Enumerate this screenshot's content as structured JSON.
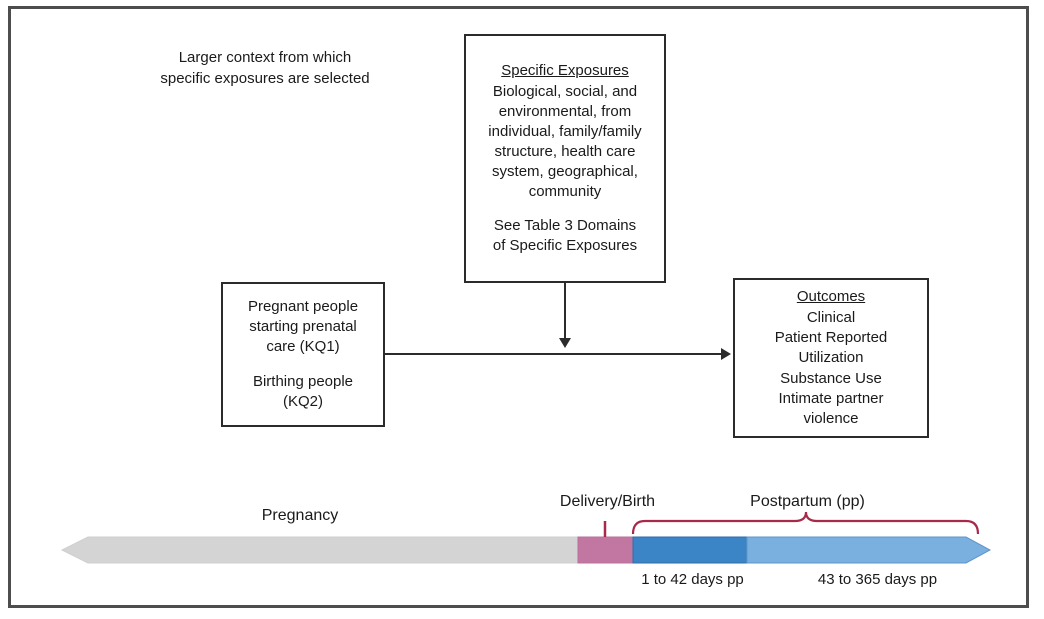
{
  "figure": {
    "background": "#ffffff",
    "frame_color": "#4d4d4d"
  },
  "context_note": {
    "line1": "Larger context from which",
    "line2": "specific exposures are selected"
  },
  "exposures_box": {
    "title": "Specific Exposures",
    "body_lines": [
      "Biological, social, and",
      "environmental, from",
      "individual, family/family",
      "structure, health care",
      "system, geographical,",
      "community"
    ],
    "reference_lines": [
      "See Table 3 Domains",
      "of Specific Exposures"
    ]
  },
  "population_box": {
    "lines_group1": [
      "Pregnant people",
      "starting prenatal",
      "care (KQ1)"
    ],
    "lines_group2": [
      "Birthing people",
      "(KQ2)"
    ]
  },
  "outcomes_box": {
    "title": "Outcomes",
    "items": [
      "Clinical",
      "Patient Reported",
      "Utilization",
      "Substance Use",
      "Intimate partner",
      "violence"
    ]
  },
  "timeline": {
    "pregnancy_label": "Pregnancy",
    "delivery_label": "Delivery/Birth",
    "postpartum_label": "Postpartum (pp)",
    "segment_early_label": "1 to 42 days pp",
    "segment_late_label": "43 to 365 days pp",
    "colors": {
      "pregnancy": "#d4d4d4",
      "delivery": "#c277a3",
      "postpartum_early": "#3b85c6",
      "postpartum_late": "#79b0e0",
      "bracket": "#a82a4a"
    }
  }
}
